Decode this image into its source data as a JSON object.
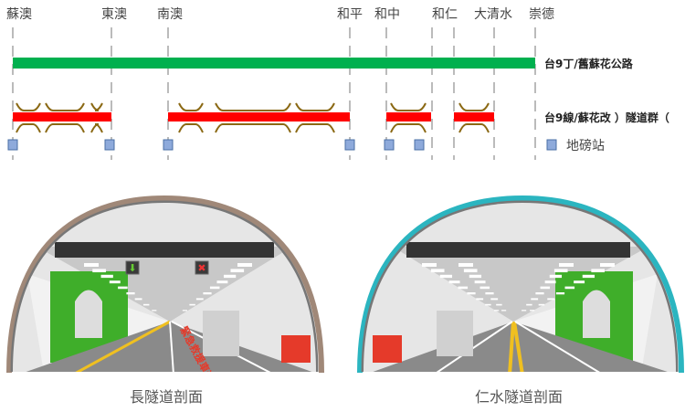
{
  "stations": [
    "蘇澳",
    "東澳",
    "南澳",
    "和平",
    "和中",
    "和仁",
    "大清水",
    "崇德"
  ],
  "roads": {
    "old_highway": "台9丁/舊蘇花公路",
    "tunnel_group": "台9線/蘇花改 ）隧道群（"
  },
  "legend": {
    "weigh_station": "地磅站"
  },
  "tunnels": {
    "long": {
      "caption": "長隧道剖面",
      "lane_text": "緊急救援車道"
    },
    "renshui": {
      "caption": "仁水隧道剖面"
    }
  },
  "colors": {
    "old_highway": "#00b04f",
    "tunnel": "#ff0000",
    "tunnel_arc": "#8b6914",
    "weigh_station": "#8eaadb",
    "long_tunnel_rim": "#a08878",
    "renshui_rim": "#2bb5c0"
  }
}
